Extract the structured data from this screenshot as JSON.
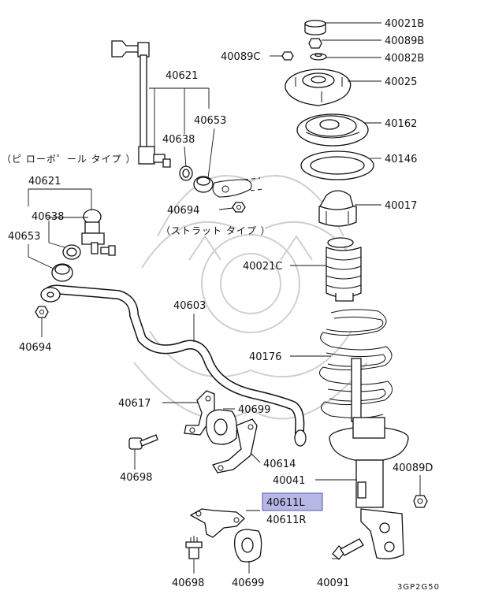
{
  "labels": {
    "p40021B": "40021B",
    "p40089B": "40089B",
    "p40089C": "40089C",
    "p40082B": "40082B",
    "p40025": "40025",
    "p40162": "40162",
    "p40146": "40146",
    "p40017": "40017",
    "p40021C": "40021C",
    "p40176": "40176",
    "p40041": "40041",
    "p40089D": "40089D",
    "p40091": "40091",
    "p40621_top": "40621",
    "p40653_top": "40653",
    "p40638_top": "40638",
    "p40694_top": "40694",
    "p40621_left": "40621",
    "p40638_left": "40638",
    "p40653_left": "40653",
    "p40694_left": "40694",
    "p40603": "40603",
    "p40617": "40617",
    "p40699_upper": "40699",
    "p40614": "40614",
    "p40698_upper": "40698",
    "p40611L": "40611L",
    "p40611R": "40611R",
    "p40698_lower": "40698",
    "p40699_lower": "40699"
  },
  "notes": {
    "pillow_ball_type": "（ピ ローボ゜ール タイプ ）",
    "strut_type": "（ストラット タイプ ）"
  },
  "diagram_code": "3GP2G50",
  "colors": {
    "highlight_fill": "#b7b7e6",
    "highlight_stroke": "#5a5aa8",
    "watermark": "#cfcfcf"
  }
}
